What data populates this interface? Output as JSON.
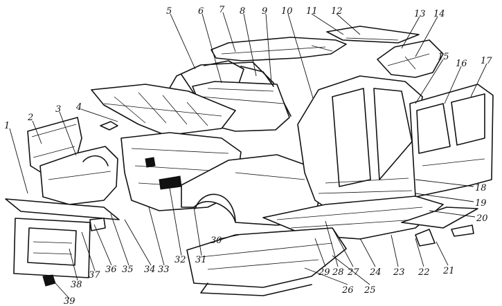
{
  "diagram": {
    "callouts": [
      "1",
      "2",
      "3",
      "4",
      "5",
      "6",
      "7",
      "8",
      "9",
      "10",
      "11",
      "12",
      "13",
      "14",
      "15",
      "16",
      "17",
      "18",
      "19",
      "20",
      "21",
      "22",
      "23",
      "24",
      "25",
      "26",
      "27",
      "28",
      "29",
      "30",
      "31",
      "32",
      "33",
      "34",
      "35",
      "36",
      "37",
      "38",
      "39"
    ]
  }
}
